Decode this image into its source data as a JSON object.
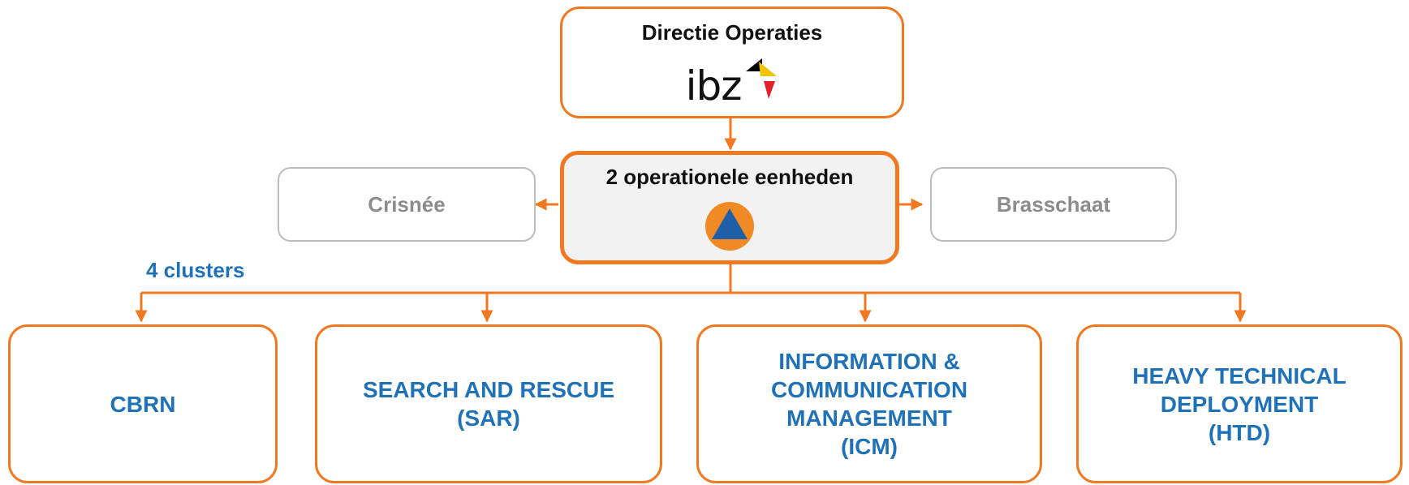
{
  "top": {
    "title": "Directie Operaties",
    "logo_text": "ibz"
  },
  "center": {
    "title": "2 operationele eenheden",
    "icon": "civil-protection-emblem-icon"
  },
  "left_unit": {
    "label": "Crisnée"
  },
  "right_unit": {
    "label": "Brasschaat"
  },
  "clusters_label": "4 clusters",
  "clusters": [
    {
      "lines": [
        "CBRN"
      ]
    },
    {
      "lines": [
        "SEARCH AND RESCUE",
        "(SAR)"
      ]
    },
    {
      "lines": [
        "INFORMATION &",
        "COMMUNICATION",
        "MANAGEMENT",
        "(ICM)"
      ]
    },
    {
      "lines": [
        "HEAVY TECHNICAL",
        "DEPLOYMENT",
        "(HTD)"
      ]
    }
  ],
  "colors": {
    "accent_orange": "#F07820",
    "cluster_blue": "#1F72B8",
    "muted_gray": "#8C8C8C",
    "logo_yellow": "#F2C400",
    "logo_red": "#E3202A"
  }
}
